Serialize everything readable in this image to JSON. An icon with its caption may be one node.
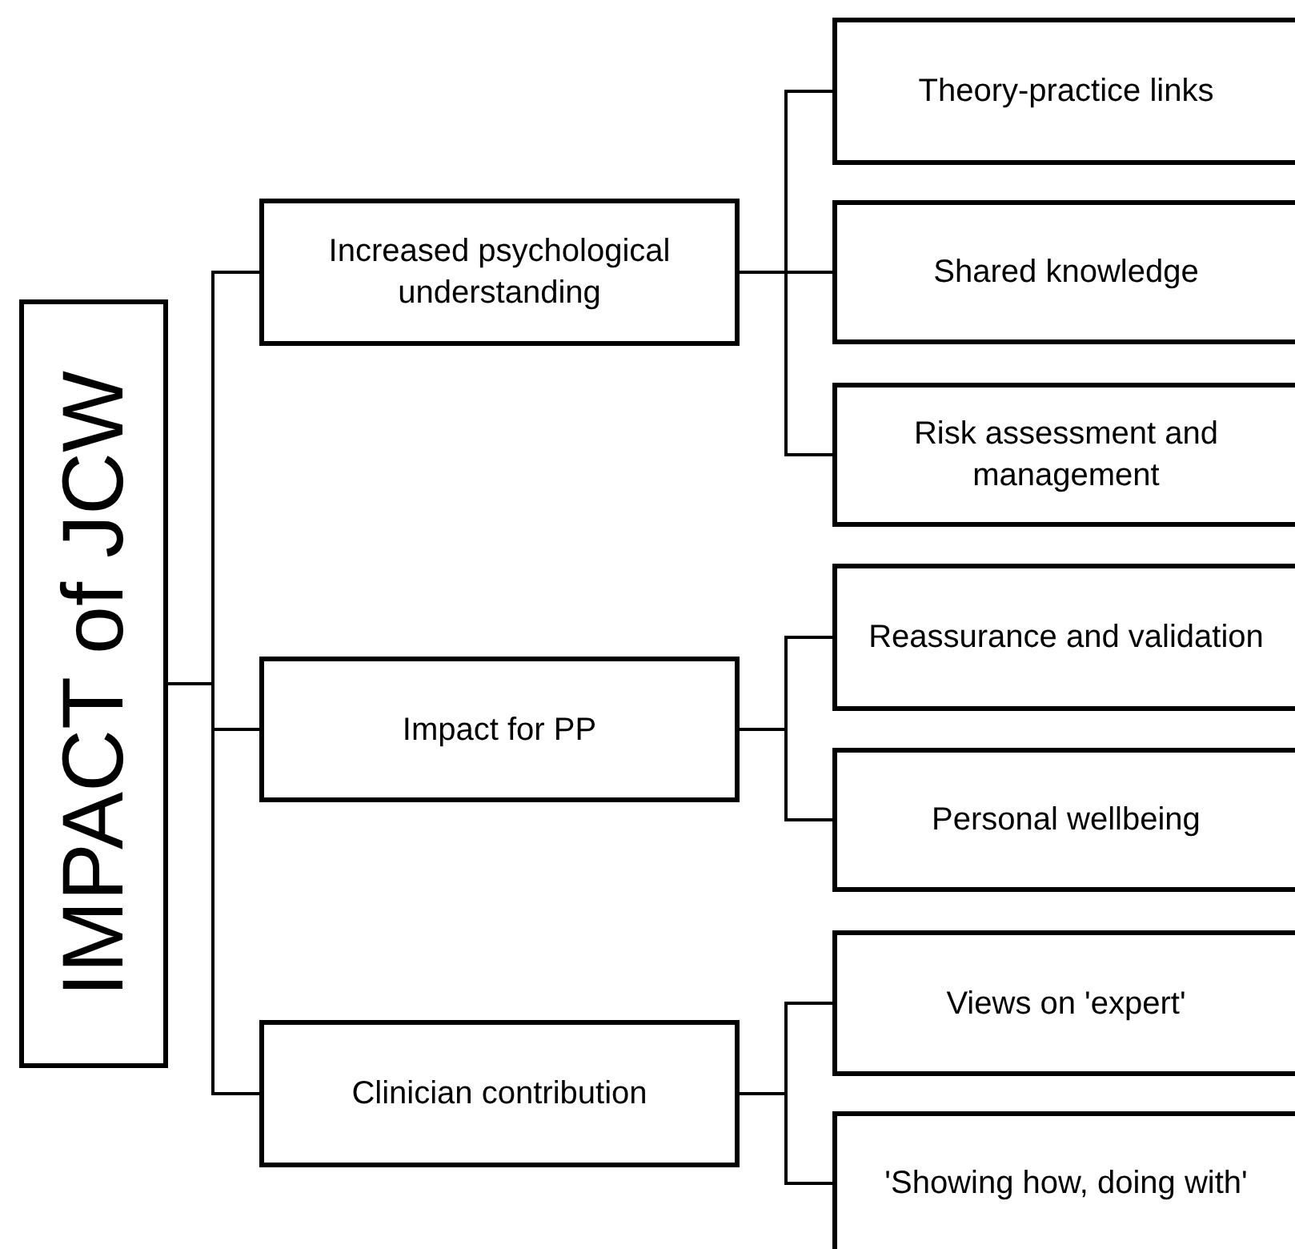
{
  "diagram": {
    "nodes": [
      {
        "text": [
          "IMPACT of JCW"
        ]
      },
      {
        "text": [
          "Increased psychological understanding"
        ]
      },
      {
        "text": [
          "Impact for PP"
        ]
      },
      {
        "text": [
          "Clinician contribution"
        ]
      },
      {
        "text": [
          "Theory-practice links"
        ]
      },
      {
        "text": [
          "Shared knowledge"
        ]
      },
      {
        "text": [
          "Risk assessment and management"
        ]
      },
      {
        "text": [
          "Reassurance and validation"
        ]
      },
      {
        "text": [
          "Personal wellbeing"
        ]
      },
      {
        "text": [
          "Views on 'expert'"
        ]
      },
      {
        "text": [
          "'Showing how, doing with'"
        ]
      }
    ],
    "edges": [
      {
        "from": 0,
        "to": 1,
        "arrow": "none"
      },
      {
        "from": 0,
        "to": 2,
        "arrow": "none"
      },
      {
        "from": 0,
        "to": 3,
        "arrow": "none"
      },
      {
        "from": 1,
        "to": 4,
        "arrow": "none"
      },
      {
        "from": 1,
        "to": 5,
        "arrow": "none"
      },
      {
        "from": 1,
        "to": 6,
        "arrow": "none"
      },
      {
        "from": 2,
        "to": 7,
        "arrow": "none"
      },
      {
        "from": 2,
        "to": 8,
        "arrow": "none"
      },
      {
        "from": 3,
        "to": 9,
        "arrow": "none"
      },
      {
        "from": 3,
        "to": 10,
        "arrow": "none"
      }
    ]
  }
}
